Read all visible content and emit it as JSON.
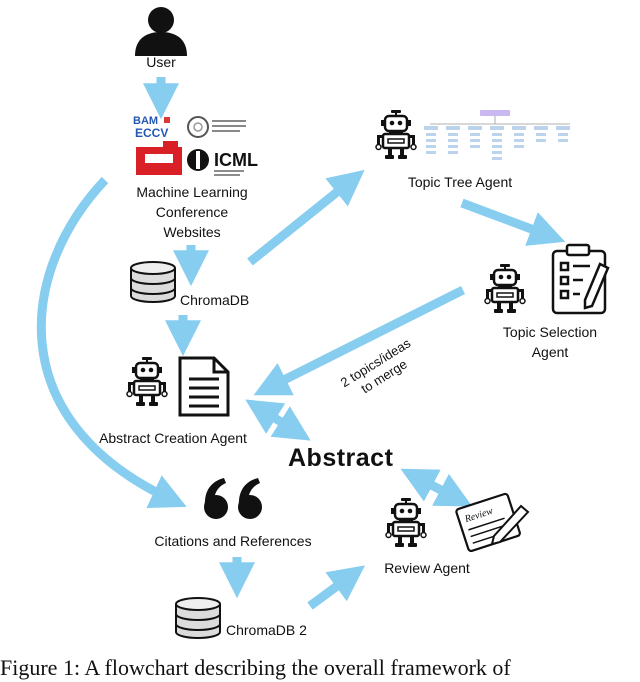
{
  "nodes": {
    "user": "User",
    "conferences": [
      "Machine Learning",
      "Conference",
      "Websites"
    ],
    "chromadb": "ChromaDB",
    "chromadb2": "ChromaDB 2",
    "topic_tree_agent": "Topic Tree Agent",
    "topic_selection_agent": [
      "Topic Selection",
      "Agent"
    ],
    "abstract_creation_agent": "Abstract Creation Agent",
    "abstract": "Abstract",
    "citations": "Citations and References",
    "review_agent": "Review Agent"
  },
  "edge_labels": {
    "merge": [
      "2 topics/ideas",
      "to merge"
    ]
  },
  "logos": {
    "eccv": "ECCV",
    "icml": "ICML"
  },
  "review_sheet_text": "Review",
  "caption": "Figure 1: A flowchart describing the overall framework of",
  "colors": {
    "arrow": "#86cdf0",
    "icon": "#111111",
    "tree_root": "#c9b8f2",
    "tree_nodes": "#bcd3ec"
  }
}
